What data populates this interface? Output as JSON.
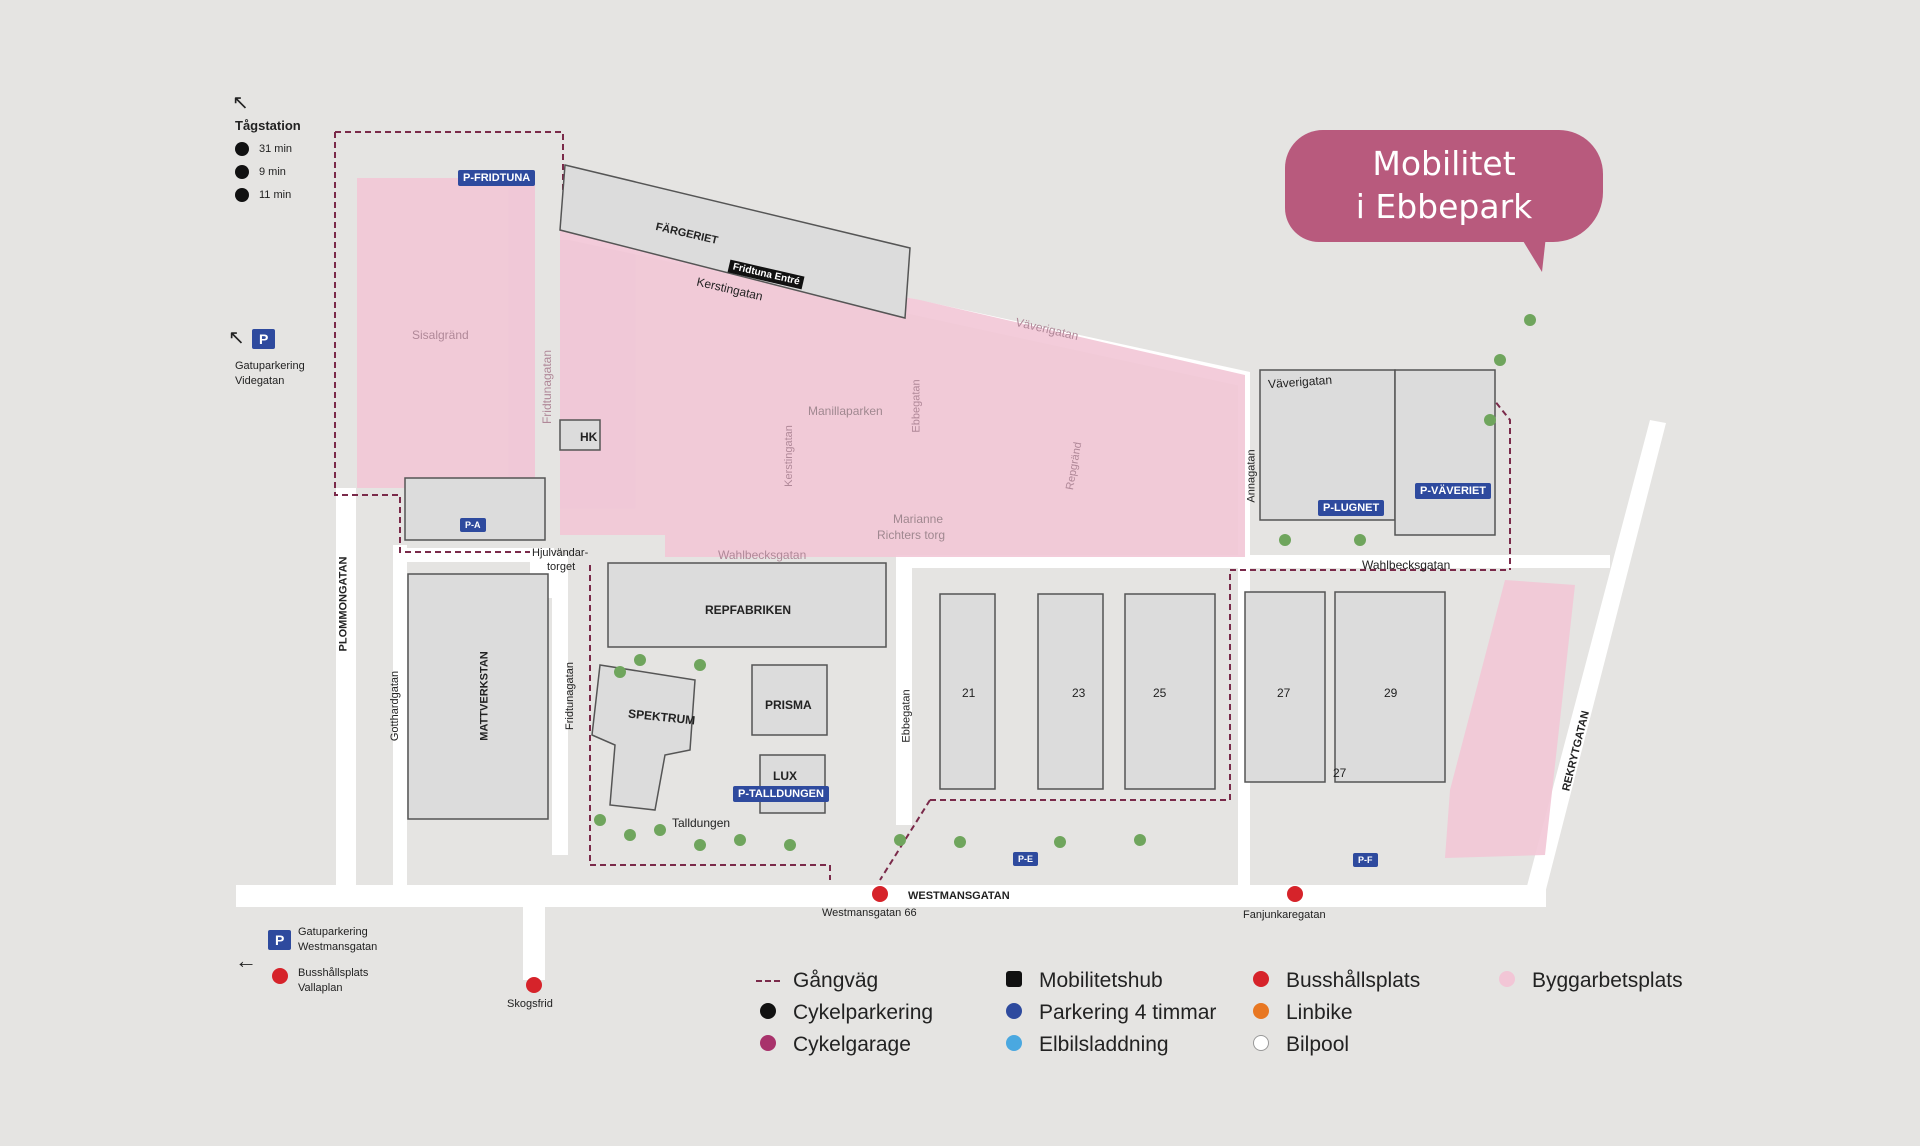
{
  "title": {
    "line1": "Mobilitet",
    "line2": "i Ebbepark"
  },
  "travel": {
    "heading": "Tågstation",
    "walk": "31 min",
    "bike": "9 min",
    "bus": "11 min"
  },
  "parking_notes": {
    "videgatan_line1": "Gatuparkering",
    "videgatan_line2": "Videgatan",
    "westmansgatan_line1": "Gatuparkering",
    "westmansgatan_line2": "Westmansgatan",
    "vallaplan_line1": "Busshållsplats",
    "vallaplan_line2": "Vallaplan"
  },
  "parking_labels": {
    "fridtuna": "P-FRIDTUNA",
    "pa": "P-A",
    "lugnet": "P-LUGNET",
    "vaveriet": "P-VÄVERIET",
    "talldungen": "P-TALLDUNGEN",
    "pe": "P-E",
    "pf": "P-F",
    "icon_letter": "P"
  },
  "streets": {
    "sisalgrand": "Sisalgränd",
    "fridtunagatan": "Fridtunagatan",
    "fridtunagatan2": "Fridtunagatan",
    "kerstingatan": "Kerstingatan",
    "kerstingatan2": "Kerstingatan",
    "vaverigatan": "Väverigatan",
    "vaverigatan2": "Väverigatan",
    "ebbegatan": "Ebbegatan",
    "ebbegatan2": "Ebbegatan",
    "repgrand": "Repgränd",
    "annagatan": "Annagatan",
    "wahlbecksgatan": "Wahlbecksgatan",
    "wahlbecksgatan2": "Wahlbecksgatan",
    "plommongatan": "PLOMMONGATAN",
    "gotthardgatan": "Gotthardgatan",
    "westmansgatan": "WESTMANSGATAN",
    "rekrytgatan": "REKRYTGATAN",
    "hjulvandar1": "Hjulvändar-",
    "hjulvandar2": "torget",
    "talldungen": "Talldungen",
    "manillaparken": "Manillaparken",
    "marianne1": "Marianne",
    "marianne2": "Richters torg"
  },
  "buildings": {
    "fargeriet": "FÄRGERIET",
    "fridtuna_entre": "Fridtuna Entré",
    "hk": "HK",
    "mattverkstan": "MATTVERKSTAN",
    "repfabriken": "REPFABRIKEN",
    "spektrum": "SPEKTRUM",
    "prisma": "PRISMA",
    "lux": "LUX",
    "b21": "21",
    "b23": "23",
    "b25": "25",
    "b27": "27",
    "b27b": "27",
    "b29": "29"
  },
  "bus_stops": {
    "westmansgatan66": "Westmansgatan 66",
    "fanjunkaregatan": "Fanjunkaregatan",
    "skogsfrid": "Skogsfrid"
  },
  "legend": {
    "col1": [
      "Gångväg",
      "Cykelparkering",
      "Cykelgarage"
    ],
    "col2": [
      "Mobilitetshub",
      "Parkering 4 timmar",
      "Elbilsladdning"
    ],
    "col3": [
      "Busshållsplats",
      "Linbike",
      "Bilpool"
    ],
    "col4": [
      "Byggarbetsplats"
    ]
  },
  "colors": {
    "background": "#e5e4e2",
    "road": "#ffffff",
    "construction": "#f2c6d6",
    "title_bubble": "#b85a7d",
    "parking": "#2e4a9e",
    "bus": "#d6232a",
    "linbike": "#e87722",
    "charging": "#4aa8e0",
    "footpath": "#7a2a4a"
  },
  "icons": [
    "walk-icon",
    "bike-icon",
    "bus-icon",
    "parking-icon",
    "mobility-hub-icon",
    "bicycle-parking-icon",
    "bicycle-garage-icon",
    "bus-stop-icon",
    "linbike-icon",
    "charging-icon",
    "carpool-icon",
    "arrow-northwest-icon",
    "arrow-west-icon"
  ]
}
